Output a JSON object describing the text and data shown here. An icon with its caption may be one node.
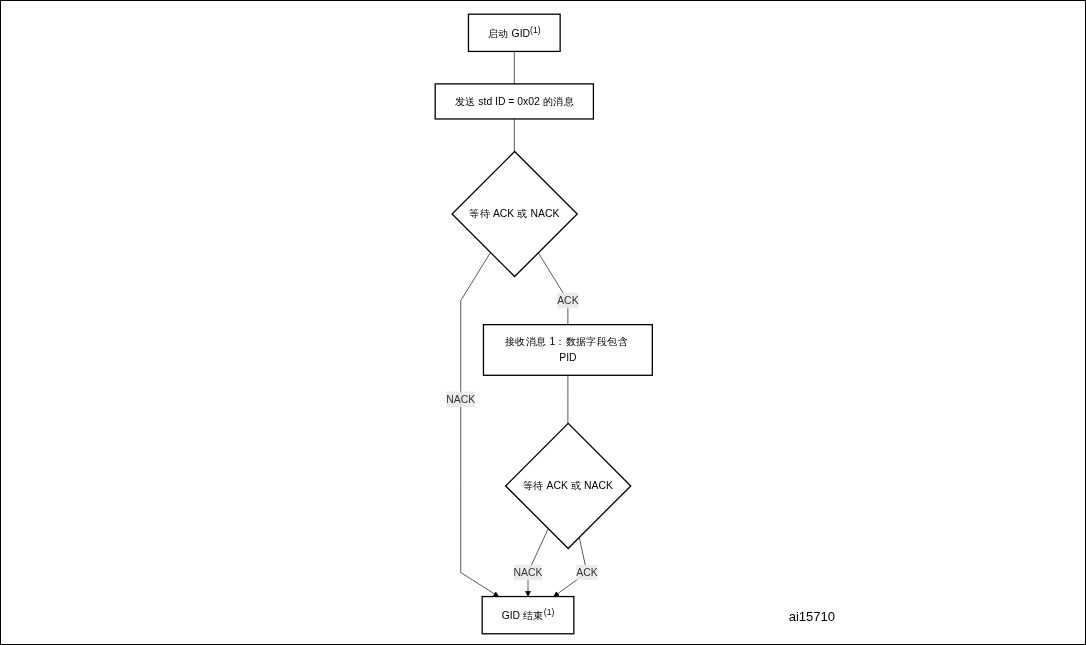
{
  "diagram": {
    "nodes": [
      {
        "text": [
          "启动 GID$^{(1)}$"
        ]
      },
      {
        "text": [
          "发送 std ID = 0x02 的消息"
        ]
      },
      {
        "text": [
          "等待 ACK 或 NACK"
        ]
      },
      {
        "text": [
          "接收消息 1：数据字段包含 PID"
        ]
      },
      {
        "text": [
          "等待 ACK 或 NACK"
        ]
      },
      {
        "text": [
          "GID 结束$^{(1)}$"
        ]
      }
    ],
    "edges": [
      {
        "from": 0,
        "to": 1,
        "arrow": "none"
      },
      {
        "from": 1,
        "to": 2,
        "arrow": "none"
      },
      {
        "from": 2,
        "to": 3,
        "label": "ACK",
        "arrow": "none"
      },
      {
        "from": 2,
        "to": 5,
        "label": "NACK",
        "arrow": "to"
      },
      {
        "from": 3,
        "to": 4,
        "arrow": "none"
      },
      {
        "from": 4,
        "to": 5,
        "label": "NACK",
        "arrow": "to"
      },
      {
        "from": 4,
        "to": 5,
        "label": "ACK",
        "arrow": "to"
      }
    ],
    "labels": [
      "ai15710"
    ]
  }
}
